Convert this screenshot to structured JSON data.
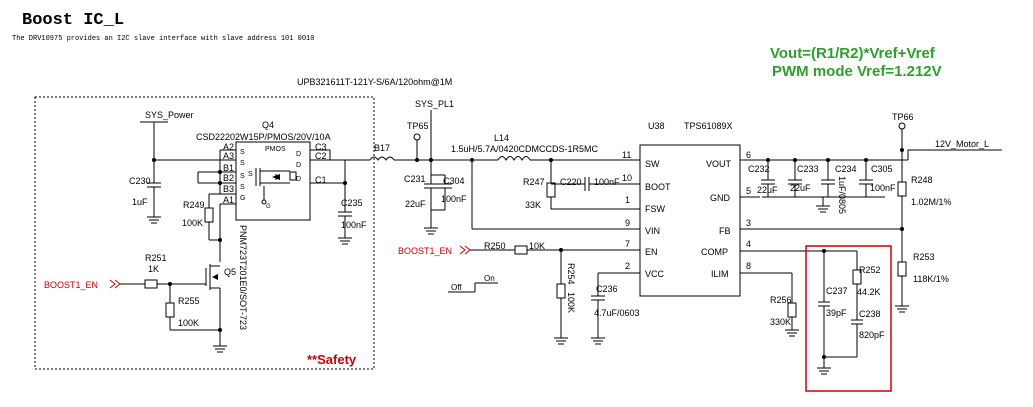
{
  "header": {
    "title": "Boost IC_L",
    "subtitle": "The DRV10975 provides an I2C slave interface with slave address 101 0010"
  },
  "formula": {
    "line1": "Vout=(R1/R2)*Vref+Vref",
    "line2": "PWM mode Vref=1.212V",
    "color": "#2e9e2e"
  },
  "nets": {
    "sys_power": "SYS_Power",
    "sys_pl1": "SYS_PL1",
    "motor": "12V_Motor_L",
    "boost_en1": "BOOST1_EN",
    "boost_en2": "BOOST1_EN",
    "net_color": "#cc0000"
  },
  "parts": {
    "q4_ref": "Q4",
    "q4_desc": "CSD22202W15P/PMOS/20V/10A",
    "q4_pmos": "PMOS",
    "q5_ref": "Q5",
    "q5_desc": "PNM723T201E0/SOT-723",
    "b17_ref": "B17",
    "b17_desc": "UPB321611T-121Y-S/6A/120ohm@1M",
    "l14_ref": "L14",
    "l14_desc": "1.5uH/5.7A/0420CDMCCDS-1R5MC",
    "u38_ref": "U38",
    "u38_part": "TPS61089X",
    "tp65": "TP65",
    "tp66": "TP66",
    "c230_ref": "C230",
    "c230_val": "1uF",
    "c235_ref": "C235",
    "c235_val": "100nF",
    "c231_ref": "C231",
    "c231_val": "22uF",
    "c304_ref": "C304",
    "c304_val": "100nF",
    "r247_ref": "R247",
    "r247_val": "33K",
    "c220_ref": "C220",
    "c220_val": "100nF",
    "r249_ref": "R249",
    "r249_val": "100K",
    "r251_ref": "R251",
    "r251_val": "1K",
    "r255_ref": "R255",
    "r255_val": "100K",
    "r250_ref": "R250",
    "r250_val": "10K",
    "r254_ref": "R254",
    "r254_val": "100K",
    "c236_ref": "C236",
    "c236_val": "4.7uF/0603",
    "c232_ref": "C232",
    "c232_val": "22uF",
    "c233_ref": "C233",
    "c233_val": "22uF",
    "c234_ref": "C234",
    "c234_val": "1uF/0805",
    "c305_ref": "C305",
    "c305_val": "100nF",
    "r248_ref": "R248",
    "r248_val": "1.02M/1%",
    "r253_ref": "R253",
    "r253_val": "118K/1%",
    "r256_ref": "R256",
    "r256_val": "330K",
    "c237_ref": "C237",
    "c237_val": "39pF",
    "r252_ref": "R252",
    "r252_val": "44.2K",
    "c238_ref": "C238",
    "c238_val": "820pF"
  },
  "q4_pins": {
    "a2": "A2",
    "a3": "A3",
    "b1": "B1",
    "b2": "B2",
    "b3": "B3",
    "a1": "A1",
    "c3": "C3",
    "c2": "C2",
    "c1": "C1",
    "s1": "S",
    "s2": "S",
    "s3": "S",
    "s4": "S",
    "s5": "S",
    "g": "G",
    "d1": "D",
    "d2": "D",
    "d3": "D",
    "gi": "G"
  },
  "u38_pins": {
    "sw": "SW",
    "boot": "BOOT",
    "fsw": "FSW",
    "vin": "VIN",
    "en": "EN",
    "vcc": "VCC",
    "vout": "VOUT",
    "gnd": "GND",
    "fb": "FB",
    "comp": "COMP",
    "ilim": "ILIM",
    "n11": "11",
    "n10": "10",
    "n1": "1",
    "n9": "9",
    "n7": "7",
    "n2": "2",
    "n6": "6",
    "n5": "5",
    "n3": "3",
    "n4": "4",
    "n8": "8"
  },
  "switch": {
    "on": "On",
    "off": "Off"
  },
  "safety": {
    "label": "**Safety",
    "color": "#cc0000"
  },
  "highlight_color": "#cc0000"
}
